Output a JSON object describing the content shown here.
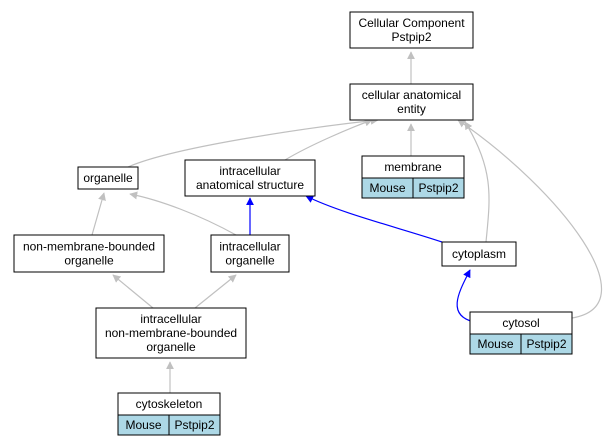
{
  "colors": {
    "is_a_edge": "#c0c0c0",
    "part_of_edge": "#0000ff",
    "annotation_fill": "#add8e6",
    "node_border": "#000000"
  },
  "nodes": [
    {
      "id": "cc",
      "lines": [
        "Cellular Component",
        "Pstpip2"
      ]
    },
    {
      "id": "cae",
      "lines": [
        "cellular anatomical",
        "entity"
      ]
    },
    {
      "id": "organelle",
      "lines": [
        "organelle"
      ]
    },
    {
      "id": "ias",
      "lines": [
        "intracellular",
        "anatomical structure"
      ]
    },
    {
      "id": "membrane",
      "lines": [
        "membrane"
      ],
      "annotation": [
        "Mouse",
        "Pstpip2"
      ]
    },
    {
      "id": "nmbo",
      "lines": [
        "non-membrane-bounded",
        "organelle"
      ]
    },
    {
      "id": "io",
      "lines": [
        "intracellular",
        "organelle"
      ]
    },
    {
      "id": "cytoplasm",
      "lines": [
        "cytoplasm"
      ]
    },
    {
      "id": "inmbo",
      "lines": [
        "intracellular",
        "non-membrane-bounded",
        "organelle"
      ]
    },
    {
      "id": "cytosol",
      "lines": [
        "cytosol"
      ],
      "annotation": [
        "Mouse",
        "Pstpip2"
      ]
    },
    {
      "id": "cytoskeleton",
      "lines": [
        "cytoskeleton"
      ],
      "annotation": [
        "Mouse",
        "Pstpip2"
      ]
    }
  ],
  "edges": [
    {
      "from": "cae",
      "to": "cc",
      "relation": "is_a"
    },
    {
      "from": "organelle",
      "to": "cae",
      "relation": "is_a"
    },
    {
      "from": "ias",
      "to": "cae",
      "relation": "is_a"
    },
    {
      "from": "membrane",
      "to": "cae",
      "relation": "is_a"
    },
    {
      "from": "cytoplasm",
      "to": "cae",
      "relation": "is_a"
    },
    {
      "from": "cytosol",
      "to": "cae",
      "relation": "is_a"
    },
    {
      "from": "nmbo",
      "to": "organelle",
      "relation": "is_a"
    },
    {
      "from": "io",
      "to": "organelle",
      "relation": "is_a"
    },
    {
      "from": "io",
      "to": "ias",
      "relation": "part_of"
    },
    {
      "from": "cytoplasm",
      "to": "ias",
      "relation": "part_of"
    },
    {
      "from": "inmbo",
      "to": "nmbo",
      "relation": "is_a"
    },
    {
      "from": "inmbo",
      "to": "io",
      "relation": "is_a"
    },
    {
      "from": "cytosol",
      "to": "cytoplasm",
      "relation": "part_of"
    },
    {
      "from": "cytoskeleton",
      "to": "inmbo",
      "relation": "is_a"
    }
  ]
}
